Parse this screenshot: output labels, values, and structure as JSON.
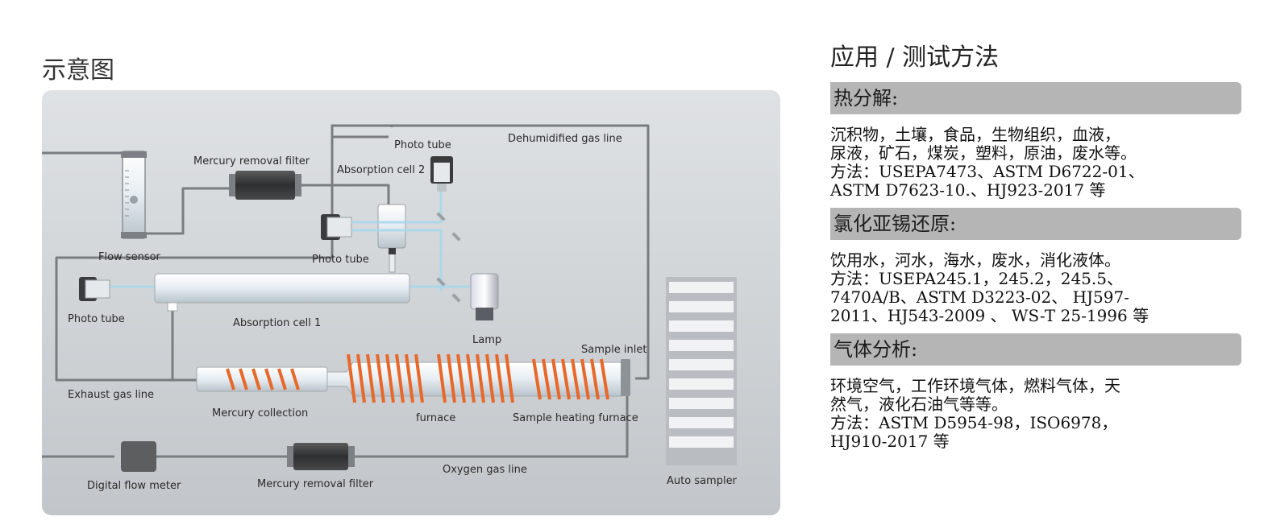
{
  "left_title": "示意图",
  "diagram": {
    "labels": {
      "mercury_removal_filter_top": "Mercury removal filter",
      "photo_tube_top": "Photo tube",
      "absorption_cell_2": "Absorption cell 2",
      "dehumidified_gas_line": "Dehumidified gas line",
      "flow_sensor": "Flow sensor",
      "photo_tube_mid": "Photo tube",
      "photo_tube_left": "Photo tube",
      "absorption_cell_1": "Absorption cell 1",
      "lamp": "Lamp",
      "sample_inlet": "Sample inlet",
      "exhaust_gas_line": "Exhaust gas line",
      "mercury_collection": "Mercury collection",
      "furnace": "furnace",
      "sample_heating_furnace": "Sample heating furnace",
      "oxygen_gas_line": "Oxygen gas line",
      "digital_flow_meter": "Digital flow meter",
      "mercury_removal_filter_bottom": "Mercury removal filter",
      "auto_sampler": "Auto sampler"
    },
    "colors": {
      "panel": "#cfd3d6",
      "pipe": "#7a7d80",
      "coil": "#e8682a",
      "beam": "#a8d8ea",
      "filter": "#3a3b3c"
    }
  },
  "right": {
    "title": "应用 / 测试方法",
    "sections": [
      {
        "heading": "热分解:",
        "lines": [
          "沉积物，土壤，食品，生物组织，血液，",
          "尿液，矿石，煤炭，塑料，原油，废水等。",
          "方法：USEPA7473、ASTM D6722-01、",
          "ASTM D7623-10.、HJ923-2017 等"
        ]
      },
      {
        "heading": "氯化亚锡还原:",
        "lines": [
          "饮用水，河水，海水，废水，消化液体。",
          "方法：USEPA245.1，245.2，245.5、",
          "7470A/B、ASTM D3223-02、 HJ597-",
          "2011、HJ543-2009 、 WS-T 25-1996 等"
        ]
      },
      {
        "heading": "气体分析:",
        "lines": [
          "环境空气，工作环境气体，燃料气体，天",
          "然气，液化石油气等等。",
          "方法：ASTM D5954-98，ISO6978，",
          "HJ910-2017 等"
        ]
      }
    ]
  }
}
